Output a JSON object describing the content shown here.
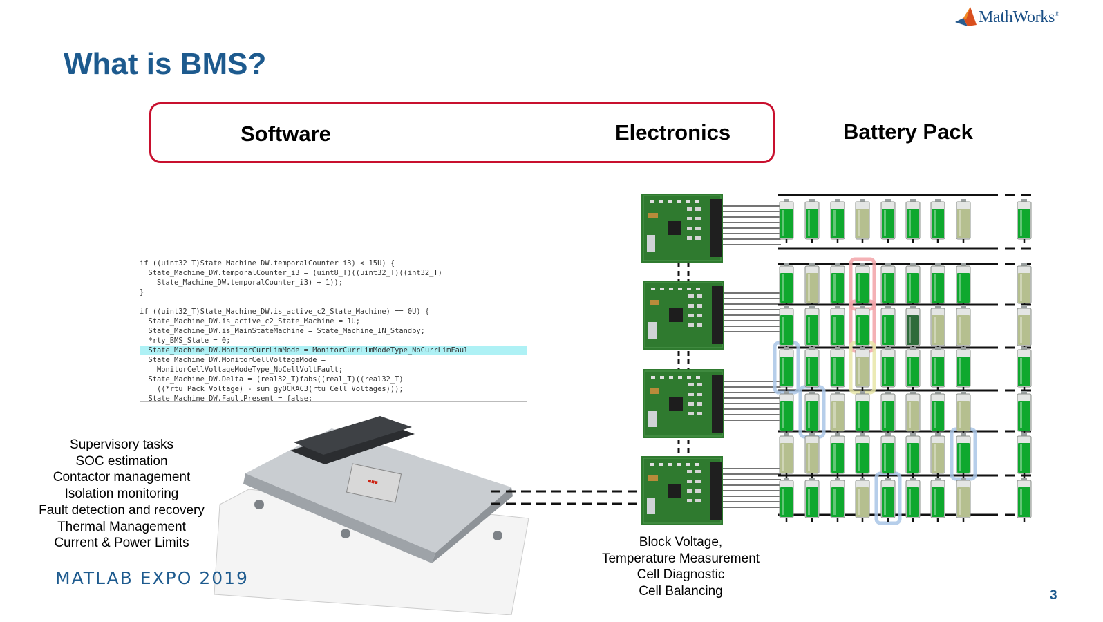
{
  "slide": {
    "title": "What is BMS?",
    "page_number": "3",
    "footer_brand": "MATLAB EXPO 2019"
  },
  "logo": {
    "text": "MathWorks",
    "trademark": "®",
    "icon": "membrane-logo-icon"
  },
  "headers": {
    "software": "Software",
    "electronics": "Electronics",
    "battery_pack": "Battery Pack"
  },
  "code_lines": [
    {
      "text": "if ((uint32_T)State_Machine_DW.temporalCounter_i3) < 15U) {",
      "highlight": false
    },
    {
      "text": "  State_Machine_DW.temporalCounter_i3 = (uint8_T)((uint32_T)((int32_T)",
      "highlight": false
    },
    {
      "text": "    State_Machine_DW.temporalCounter_i3) + 1));",
      "highlight": false
    },
    {
      "text": "}",
      "highlight": false
    },
    {
      "text": "",
      "highlight": false
    },
    {
      "text": "if ((uint32_T)State_Machine_DW.is_active_c2_State_Machine) == 0U) {",
      "highlight": false
    },
    {
      "text": "  State_Machine_DW.is_active_c2_State_Machine = 1U;",
      "highlight": false
    },
    {
      "text": "  State_Machine_DW.is_MainStateMachine = State_Machine_IN_Standby;",
      "highlight": false
    },
    {
      "text": "  *rty_BMS_State = 0;",
      "highlight": false
    },
    {
      "text": "  State_Machine_DW.MonitorCurrLimMode = MonitorCurrLimModeType_NoCurrLimFaul",
      "highlight": true
    },
    {
      "text": "  State_Machine_DW.MonitorCellVoltageMode =",
      "highlight": false
    },
    {
      "text": "    MonitorCellVoltageModeType_NoCellVoltFault;",
      "highlight": false
    },
    {
      "text": "  State_Machine_DW.Delta = (real32_T)fabs((real_T)((real32_T)",
      "highlight": false
    },
    {
      "text": "    ((*rtu_Pack_Voltage) - sum_gyOCKAC3(rtu_Cell_Voltages)));",
      "highlight": false
    },
    {
      "text": "  State_Machine_DW.FaultPresent = false;",
      "highlight": false
    }
  ],
  "software_tasks": [
    "Supervisory tasks",
    "SOC estimation",
    "Contactor management",
    "Isolation monitoring",
    "Fault detection and recovery",
    "Thermal Management",
    "Current & Power Limits"
  ],
  "electronics_tasks": [
    "Block Voltage,",
    "Temperature Measurement",
    "Cell Diagnostic",
    "Cell Balancing"
  ],
  "colors": {
    "title_blue": "#1d5a8e",
    "frame_red": "#c8102e",
    "cell_green": "#0fa82e",
    "cell_faded": "#b5bf8f",
    "cell_dark": "#2e6b3a",
    "pcb_green": "#2f7a2f",
    "highlight_cyan": "#aef1f5"
  },
  "battery_cells": [
    [
      "g",
      "g",
      "g",
      "f",
      "g",
      "g",
      "g",
      "f",
      "g"
    ],
    [
      "g",
      "f",
      "g",
      "g",
      "g",
      "g",
      "g",
      "g",
      "f"
    ],
    [
      "g",
      "g",
      "g",
      "g",
      "g",
      "d",
      "f",
      "f",
      "f"
    ],
    [
      "g",
      "g",
      "g",
      "f",
      "g",
      "g",
      "g",
      "g",
      "g"
    ],
    [
      "g",
      "g",
      "f",
      "g",
      "g",
      "f",
      "g",
      "f",
      "g"
    ],
    [
      "f",
      "f",
      "g",
      "g",
      "g",
      "g",
      "f",
      "g",
      "g"
    ],
    [
      "g",
      "g",
      "g",
      "f",
      "g",
      "g",
      "g",
      "f",
      "g"
    ]
  ],
  "cell_highlights": [
    {
      "row": 1,
      "col": 3,
      "color": "red"
    },
    {
      "row": 2,
      "col": 3,
      "color": "red"
    },
    {
      "row": 3,
      "col": 0,
      "color": "blue"
    },
    {
      "row": 3,
      "col": 3,
      "color": "yellow"
    },
    {
      "row": 4,
      "col": 1,
      "color": "blue"
    },
    {
      "row": 5,
      "col": 7,
      "color": "blue"
    },
    {
      "row": 6,
      "col": 4,
      "color": "blue"
    }
  ]
}
